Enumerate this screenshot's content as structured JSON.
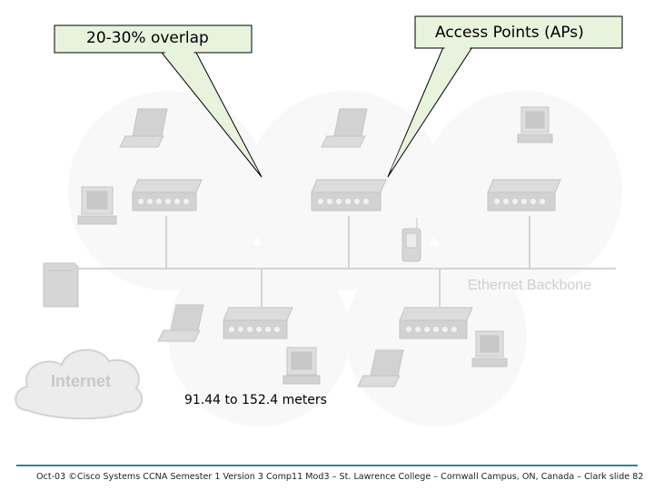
{
  "callouts": {
    "overlap": "20-30% overlap",
    "access_points": "Access Points (APs)"
  },
  "labels": {
    "backbone": "Ethernet Backbone",
    "internet": "Internet",
    "distance": "91.44 to 152.4 meters"
  },
  "footer": "Oct-03 ©Cisco Systems CCNA Semester 1 Version 3 Comp11 Mod3 – St. Lawrence College – Cornwall Campus, ON, Canada – Clark slide  82",
  "colors": {
    "faded_device": "#cfcfcf",
    "faded_line": "#d4d4d4",
    "callout_fill": "#e7f3dd",
    "footer_rule": "#2a8a8a"
  }
}
